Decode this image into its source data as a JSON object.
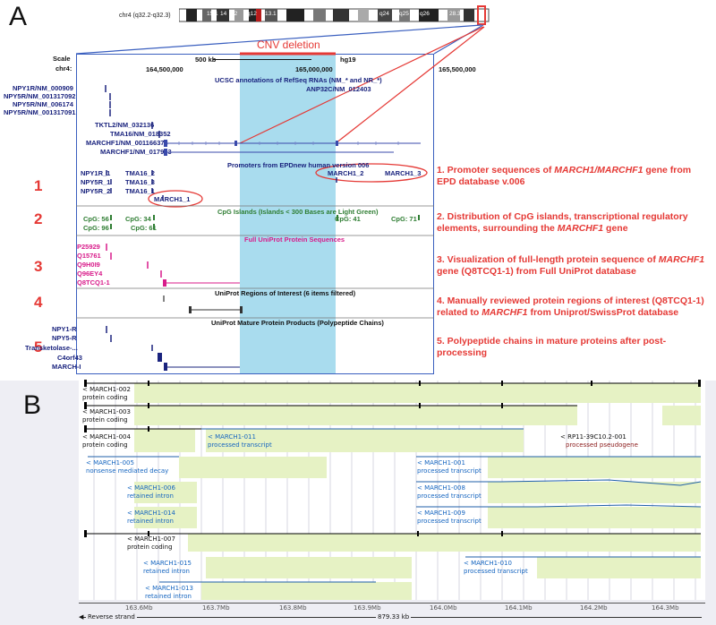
{
  "panel_a": {
    "letter": "A",
    "ideogram": {
      "chrom_label": "chr4 (q32.2-q32.3)",
      "band_labels": [
        "15.1",
        "14",
        "12",
        "q12",
        "13.1",
        "q24",
        "q25",
        "q26",
        "28.3"
      ]
    },
    "cnv_label": "CNV deletion",
    "scale_label": "Scale",
    "chr_label": "chr4:",
    "scale_bar": "500 kb",
    "assembly": "hg19",
    "positions": [
      "164,500,000",
      "165,000,000",
      "165,500,000"
    ],
    "refseq_title": "UCSC annotations of RefSeq RNAs (NM_* and NR_*)",
    "refseq_right": "ANP32C/NM_012403",
    "refseq_left": [
      "NPY1R/NM_000909",
      "NPY5R/NM_001317092",
      "NPY5R/NM_006174",
      "NPY5R/NM_001317091",
      "TKTL2/NM_032136",
      "TMA16/NM_018352",
      "MARCHF1/NM_001166373",
      "MARCHF1/NM_017923"
    ],
    "tracks": [
      {
        "number": "1",
        "title": "Promoters from EPDnew human version 006",
        "left": [
          "NPY1R_1",
          "NPY5R_1",
          "NPY5R_2"
        ],
        "mid": [
          "TMA16_2",
          "TMA16_3",
          "TMA16_1"
        ],
        "march": [
          "MARCH1_1",
          "MARCH1_2",
          "MARCH1_3"
        ]
      },
      {
        "number": "2",
        "title": "CpG Islands (Islands < 300 Bases are Light Green)",
        "labels": [
          "CpG: 56",
          "CpG: 34",
          "CpG: 96",
          "CpG: 61",
          "CpG: 41",
          "CpG: 71"
        ]
      },
      {
        "number": "3",
        "title": "Full UniProt Protein Sequences",
        "labels": [
          "P25929",
          "Q15761",
          "Q9H0I9",
          "Q96EY4",
          "Q8TCQ1-1"
        ]
      },
      {
        "number": "4",
        "title": "UniProt Regions of Interest (6 items filtered)"
      },
      {
        "number": "5",
        "title": "UniProt Mature Protein Products (Polypeptide Chains)",
        "labels": [
          "NPY1-R",
          "NPY5-R",
          "Transketolase-...",
          "C4orf43",
          "MARCH-I"
        ]
      }
    ],
    "notes": [
      {
        "pre": "1. Promoter sequences of ",
        "em": "MARCH1/MARCHF1",
        "post": " gene from EPD database v.006"
      },
      {
        "pre": "2. Distribution of CpG islands, transcriptional regulatory elements, surrounding the ",
        "em": "MARCHF1",
        "post": " gene"
      },
      {
        "pre": "3. Visualization of full-length protein sequence of ",
        "em": "MARCHF1",
        "post": " gene (Q8TCQ1-1) from Full UniProt database"
      },
      {
        "pre": "4. Manually reviewed protein regions of interest (Q8TCQ1-1) related to ",
        "em": "MARCHF1",
        "post": " from Uniprot/SwissProt database"
      },
      {
        "pre": "5. Polypeptide chains in mature proteins after post-processing",
        "em": "",
        "post": ""
      }
    ]
  },
  "panel_b": {
    "letter": "B",
    "transcripts": [
      {
        "name": "< MARCH1-002",
        "type": "protein coding"
      },
      {
        "name": "< MARCH1-003",
        "type": "protein coding"
      },
      {
        "name": "< MARCH1-004",
        "type": "protein coding"
      },
      {
        "name": "< MARCH1-011",
        "type": "processed transcript"
      },
      {
        "name": "< RP11-39C10.2-001",
        "type": "processed pseudogene"
      },
      {
        "name": "< MARCH1-005",
        "type": "nonsense mediated decay"
      },
      {
        "name": "< MARCH1-001",
        "type": "processed transcript"
      },
      {
        "name": "< MARCH1-006",
        "type": "retained intron"
      },
      {
        "name": "< MARCH1-008",
        "type": "processed transcript"
      },
      {
        "name": "< MARCH1-014",
        "type": "retained intron"
      },
      {
        "name": "< MARCH1-009",
        "type": "processed transcript"
      },
      {
        "name": "< MARCH1-007",
        "type": "protein coding"
      },
      {
        "name": "< MARCH1-015",
        "type": "retained intron"
      },
      {
        "name": "< MARCH1-010",
        "type": "processed transcript"
      },
      {
        "name": "< MARCH1-013",
        "type": "retained intron"
      }
    ],
    "axis_ticks": [
      "163.6Mb",
      "163.7Mb",
      "163.8Mb",
      "163.9Mb",
      "164.0Mb",
      "164.1Mb",
      "164.2Mb",
      "164.3Mb"
    ],
    "strand_label": "Reverse strand",
    "length_label": "879.33 kb"
  }
}
